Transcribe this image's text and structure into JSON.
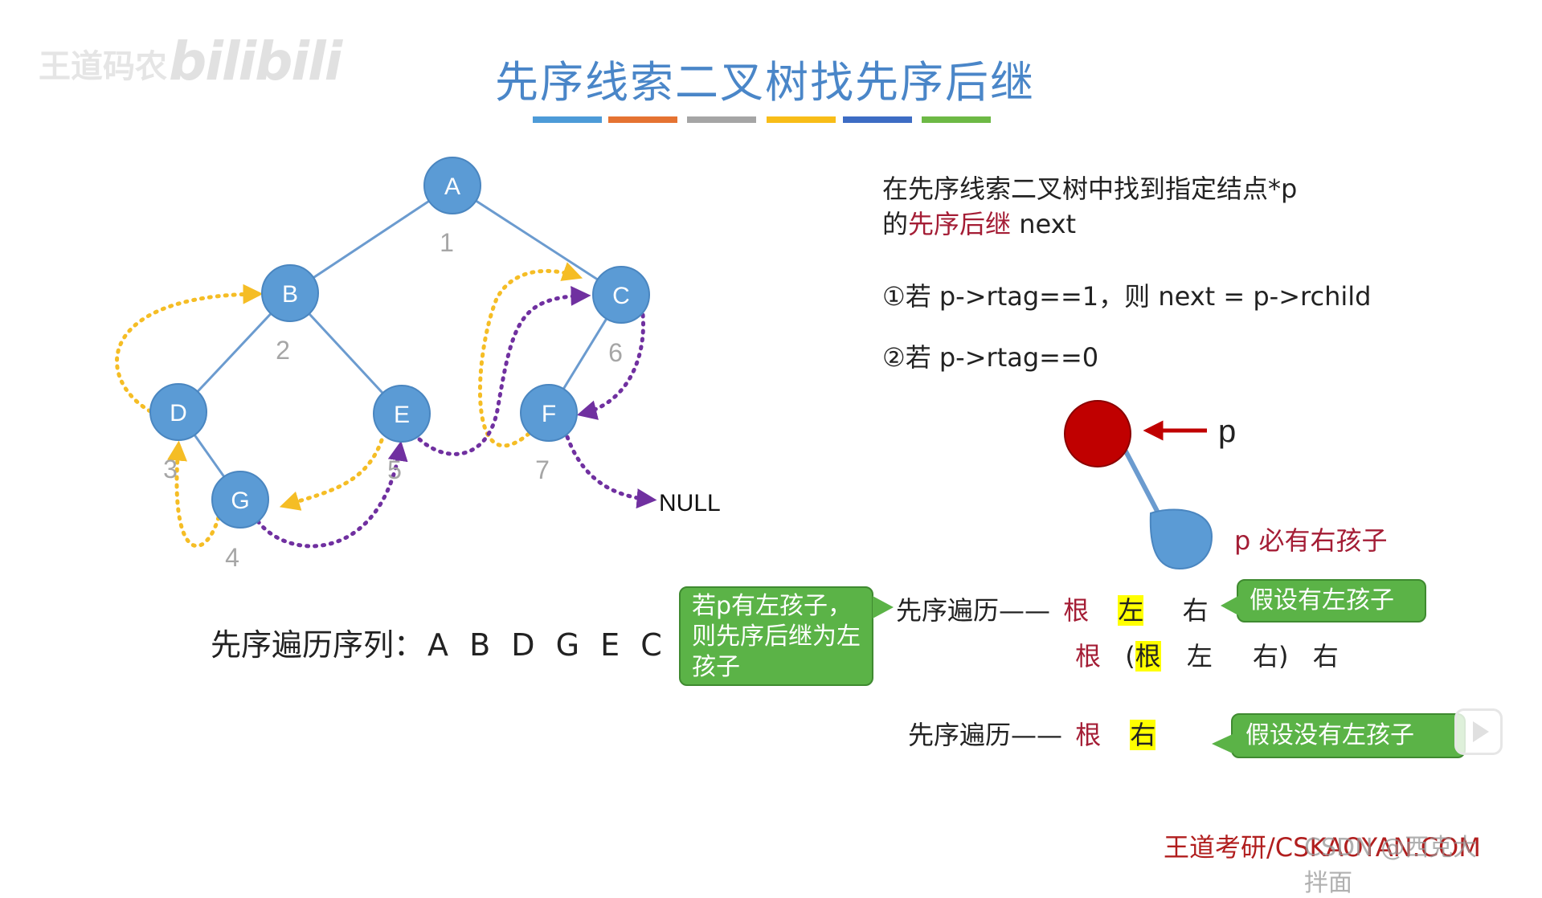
{
  "watermark": {
    "left": "王道码农",
    "right": "bilibili"
  },
  "title": "先序线索二叉树找先序后继",
  "title_bar_colors": [
    "#4d9bd8",
    "#e57332",
    "#a5a5a5",
    "#f8bd18",
    "#3d6cc4",
    "#6db945"
  ],
  "tree": {
    "nodes": [
      {
        "label": "A",
        "order": "1"
      },
      {
        "label": "B",
        "order": "2"
      },
      {
        "label": "D",
        "order": "3"
      },
      {
        "label": "G",
        "order": "4"
      },
      {
        "label": "E",
        "order": "5"
      },
      {
        "label": "C",
        "order": "6"
      },
      {
        "label": "F",
        "order": "7"
      }
    ],
    "null_label": "NULL",
    "node_color": "#5b9bd5",
    "edge_color": "#6b9bcf",
    "thread_colors": {
      "yellow": "#f5bd25",
      "purple": "#7030a0"
    }
  },
  "sequence": {
    "label": "先序遍历序列：",
    "value": "A B D G E C F"
  },
  "right": {
    "line1": "在先序线索二叉树中找到指定结点*p",
    "line2_prefix": "的",
    "line2_red": "先序后继",
    "line2_suffix": " next",
    "case1": "①若 p->rtag==1，则 next = p->rchild",
    "case2": "②若 p->rtag==0",
    "p_label": "p",
    "p_note": "p 必有右孩子",
    "p_node_color": "#c00000",
    "child_node_color": "#5b9bd5"
  },
  "traversal1": {
    "label": "先序遍历——",
    "root": "根",
    "left": "左",
    "right": "右"
  },
  "traversal2": {
    "root": "根",
    "open": "(",
    "inner_root": "根",
    "inner_left": "左",
    "inner_right": "右)",
    "right": "右"
  },
  "traversal3": {
    "label": "先序遍历——",
    "root": "根",
    "right": "右"
  },
  "bubbles": {
    "left_note": "若p有左孩子，则先序后继为左孩子",
    "assume_left": "假设有左孩子",
    "assume_no_left": "假设没有左孩子"
  },
  "footer": {
    "site": "王道考研/CSKAOYAN.COM",
    "overlay": "CSDN @西克大拌面"
  }
}
